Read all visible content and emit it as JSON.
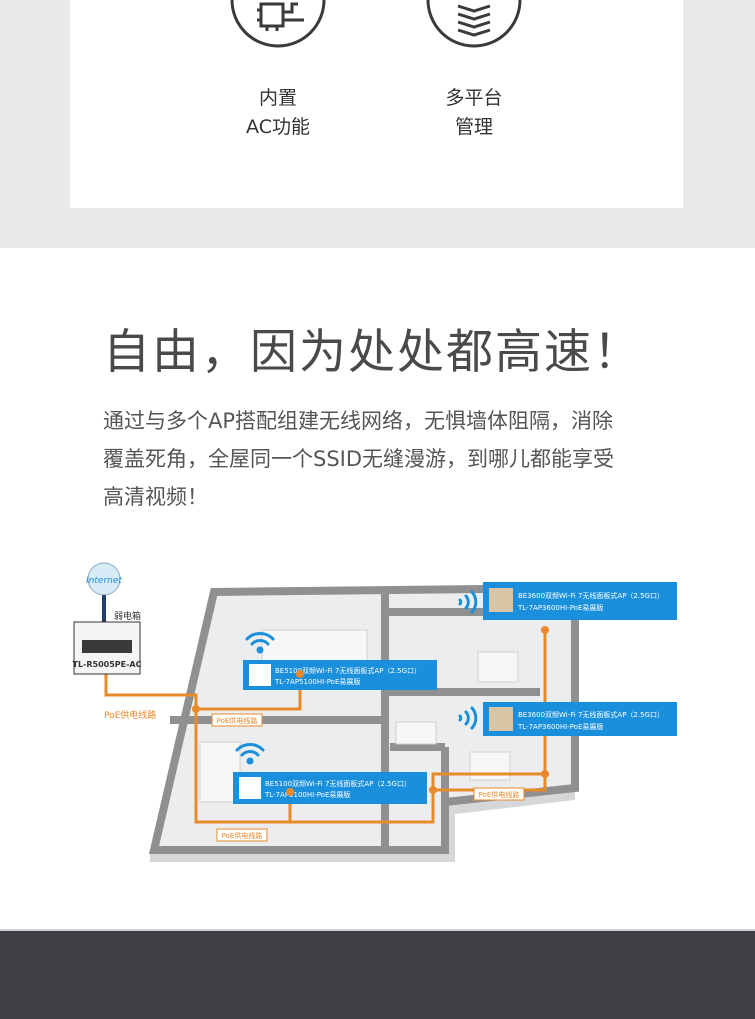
{
  "features": [
    {
      "icon": "chip-icon",
      "label_line1": "内置",
      "label_line2": "AC功能"
    },
    {
      "icon": "layers-icon",
      "label_line1": "多平台",
      "label_line2": "管理"
    }
  ],
  "headline": "自由，因为处处都高速！",
  "description": "通过与多个AP搭配组建无线网络，无惧墙体阻隔，消除覆盖死角，全屋同一个SSID无缝漫游，到哪儿都能享受高清视频！",
  "diagram": {
    "internet_label": "Internet",
    "cabinet_label": "弱电箱",
    "router_model": "TL-R5005PE-AC",
    "poe_line_label": "PoE供电线路",
    "aps": [
      {
        "name": "BE3600双频Wi-Fi 7无线面板式AP（2.5G口）",
        "model": "TL-7AP3600HI-PoE易展版"
      },
      {
        "name": "BE5100双频Wi-Fi 7无线面板式AP（2.5G口）",
        "model": "TL-7AP5100HI-PoE易展版"
      },
      {
        "name": "BE3600双频Wi-Fi 7无线面板式AP（2.5G口）",
        "model": "TL-7AP3600HI-PoE易展版"
      },
      {
        "name": "BE5100双频Wi-Fi 7无线面板式AP（2.5G口）",
        "model": "TL-7AP5100HI-PoE易展版"
      }
    ]
  },
  "colors": {
    "accent_blue": "#1a8fdc",
    "poe_orange": "#e88a2a",
    "wall_gray": "#8f9092",
    "bottom_band": "#3e3f44"
  }
}
